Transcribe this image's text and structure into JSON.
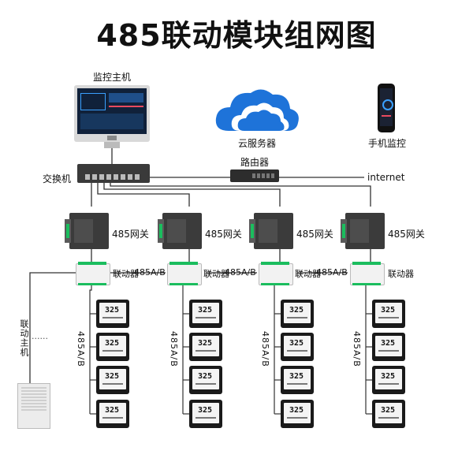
{
  "title": "485联动模块组网图",
  "top": {
    "monitor_host": "监控主机",
    "cloud_server": "云服务器",
    "mobile_monitor": "手机监控",
    "router": "路由器",
    "switch": "交换机",
    "internet": "internet"
  },
  "gateway_label": "485网关",
  "linker_label": "联动器",
  "bus_label": "485A/B",
  "host_label": "联动主机",
  "thermostat_value": "325",
  "colors": {
    "cloud": "#1e73d9",
    "device_dark": "#1a1a1a",
    "line": "#333333"
  }
}
